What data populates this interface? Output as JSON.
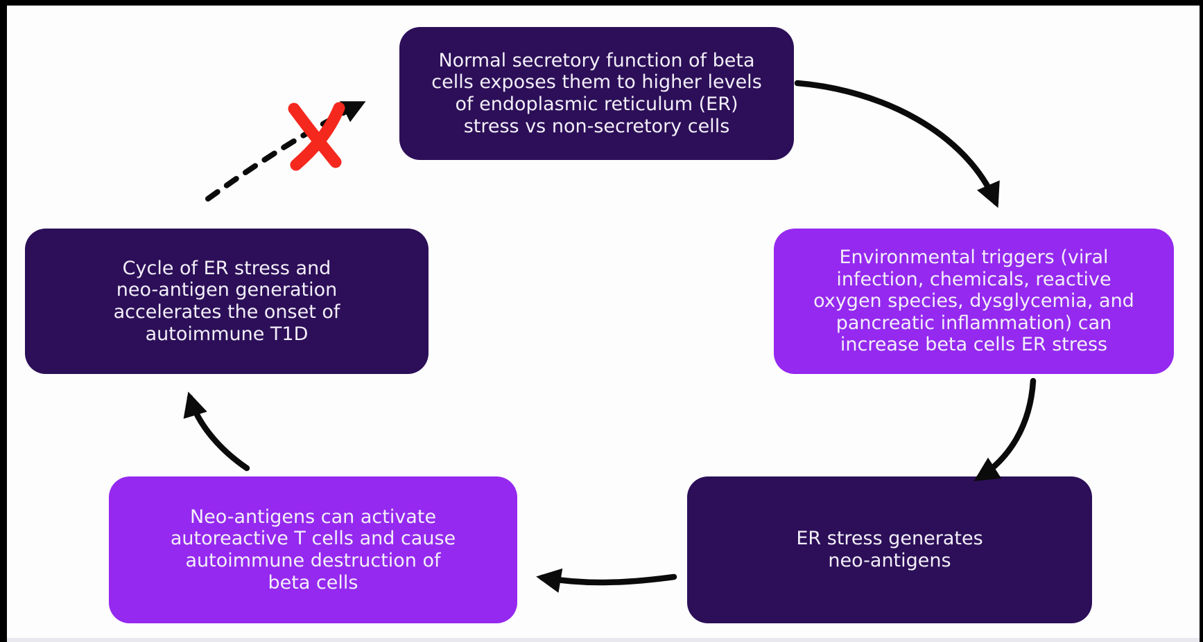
{
  "diagram": {
    "type": "cycle-flowchart",
    "topic": "Cycle of beta-cell ER stress and neo-antigen generation in autoimmune T1D",
    "nodes": [
      {
        "id": "normal-secretory",
        "variant": "dark",
        "text": "Normal secretory function of beta\ncells exposes them to higher levels\nof endoplasmic reticulum (ER)\nstress vs non-secretory cells"
      },
      {
        "id": "environmental-triggers",
        "variant": "bright",
        "text": "Environmental triggers (viral\ninfection, chemicals, reactive\noxygen species, dysglycemia, and\npancreatic inflammation) can\nincrease beta cells ER stress"
      },
      {
        "id": "er-stress-generates-neoantigens",
        "variant": "dark",
        "text": "ER stress generates\nneo-antigens"
      },
      {
        "id": "neoantigens-activate-t-cells",
        "variant": "bright",
        "text": "Neo-antigens can activate\nautoreactive T cells and cause\nautoimmune destruction of\nbeta cells"
      },
      {
        "id": "cycle-accelerates-t1d",
        "variant": "dark",
        "text": "Cycle of ER stress and\nneo-antigen generation\naccelerates the onset of\nautoimmune T1D"
      }
    ],
    "edges": [
      {
        "from": "normal-secretory",
        "to": "environmental-triggers",
        "style": "solid-curved-arrow"
      },
      {
        "from": "environmental-triggers",
        "to": "er-stress-generates-neoantigens",
        "style": "solid-curved-arrow"
      },
      {
        "from": "er-stress-generates-neoantigens",
        "to": "neoantigens-activate-t-cells",
        "style": "solid-curved-arrow"
      },
      {
        "from": "neoantigens-activate-t-cells",
        "to": "cycle-accelerates-t1d",
        "style": "solid-curved-arrow"
      },
      {
        "from": "cycle-accelerates-t1d",
        "to": "normal-secretory",
        "style": "dashed-arrow-blocked",
        "marker": "red-x-icon"
      }
    ],
    "colors": {
      "node_dark": "#2c0f58",
      "node_bright": "#9529ef",
      "node_text": "#f3eff9",
      "arrow": "#0b0b0b",
      "blocked_x": "#f5281e",
      "slide_background": "#fdfdfe",
      "frame_border": "#000000",
      "bottom_strip": "#e9e8ef"
    }
  }
}
